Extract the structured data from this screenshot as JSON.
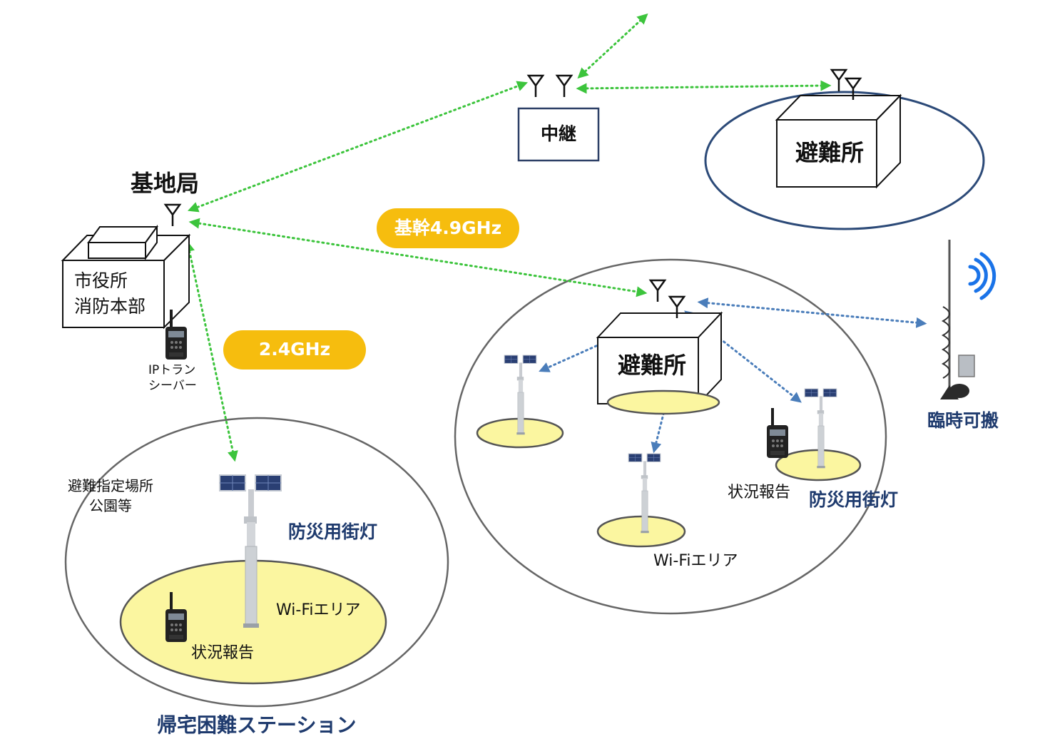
{
  "labels": {
    "base_station": "基地局",
    "city_hall_line1": "市役所",
    "city_hall_line2": "消防本部",
    "ip_transceiver_line1": "IPトラン",
    "ip_transceiver_line2": "シーバー",
    "relay": "中継",
    "shelter_top": "避難所",
    "shelter_center": "避難所",
    "temporary_portable": "臨時可搬",
    "designated_area_line1": "避難指定場所",
    "designated_area_line2": "公園等",
    "disaster_streetlight_left": "防災用街灯",
    "disaster_streetlight_right": "防災用街灯",
    "wifi_area_left": "Wi-Fiエリア",
    "wifi_area_center": "Wi-Fiエリア",
    "status_report_left": "状況報告",
    "status_report_right": "状況報告",
    "homecoming_station": "帰宅困難ステーション"
  },
  "badges": {
    "backbone": "基幹4.9GHz",
    "band_24": "2.4GHz"
  },
  "colors": {
    "backbone_link": "#3cc43c",
    "wifi_link": "#4a7dba",
    "badge": "#f6bd0e",
    "wifi_area_fill": "#fbf6a0",
    "shelter_ring": "#2c4a78",
    "caption_blue": "#1f3b6e"
  },
  "icons": [
    "antenna-icon",
    "solar-streetlight-icon",
    "radio-transceiver-icon",
    "wireless-signal-icon",
    "portable-mast-icon"
  ]
}
